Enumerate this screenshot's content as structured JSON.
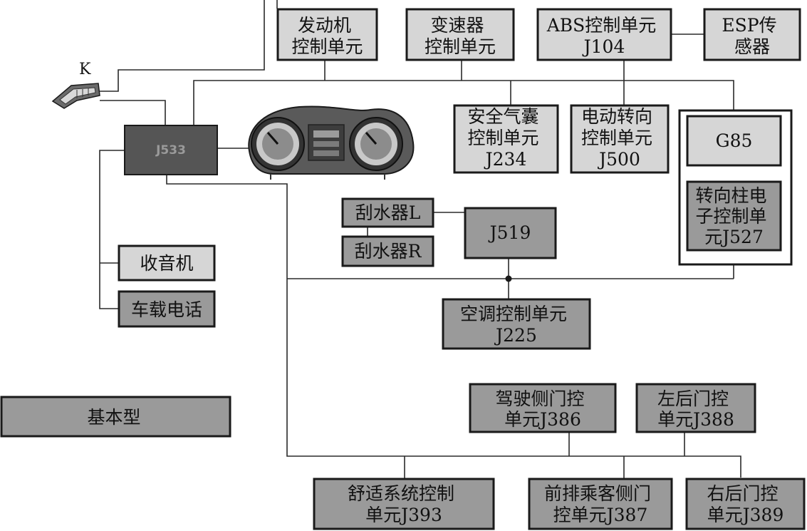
{
  "diagram": {
    "units": {
      "engine": [
        "发动机",
        "控制单元"
      ],
      "gearbox": [
        "变速器",
        "控制单元"
      ],
      "abs": [
        "ABS控制单元",
        "J104"
      ],
      "esp": [
        "ESP传",
        "感器"
      ],
      "airbag": [
        "安全气囊",
        "控制单元",
        "J234"
      ],
      "eps": [
        "电动转向",
        "控制单元",
        "J500"
      ],
      "g85": [
        "G85"
      ],
      "j527": [
        "转向柱电",
        "子控制单",
        "元J527"
      ],
      "gateway": [
        "J533"
      ],
      "wiper_l": [
        "刮水器L"
      ],
      "wiper_r": [
        "刮水器R"
      ],
      "j519": [
        "J519"
      ],
      "aircon": [
        "空调控制单元",
        "J225"
      ],
      "radio": [
        "收音机"
      ],
      "phone": [
        "车载电话"
      ],
      "basic": [
        "基本型"
      ],
      "driver_door": [
        "驾驶侧门控",
        "单元J386"
      ],
      "rear_left_door": [
        "左后门控",
        "单元J388"
      ],
      "comfort": [
        "舒适系统控制",
        "单元J393"
      ],
      "passenger_door": [
        "前排乘客侧门",
        "控单元J387"
      ],
      "rear_right_door": [
        "右后门控",
        "单元J389"
      ],
      "key": [
        "K"
      ]
    },
    "legend": {
      "label": "基本型"
    }
  }
}
